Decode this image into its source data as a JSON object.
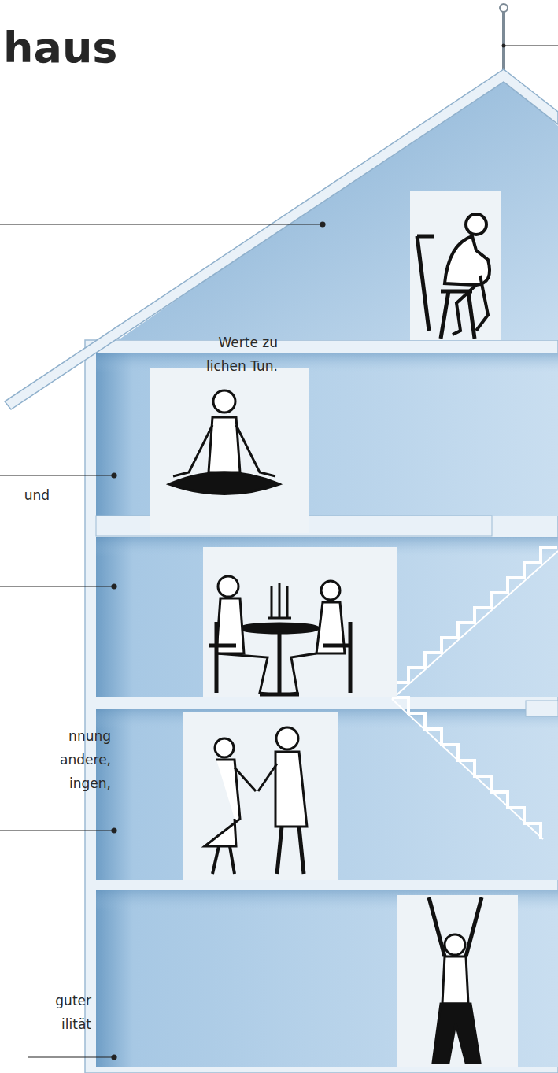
{
  "diagram": {
    "title": "haus",
    "labels": [
      "Werte zu lichen Tun.",
      "und",
      "nnung andere, ingen,",
      "guter ilität"
    ]
  }
}
